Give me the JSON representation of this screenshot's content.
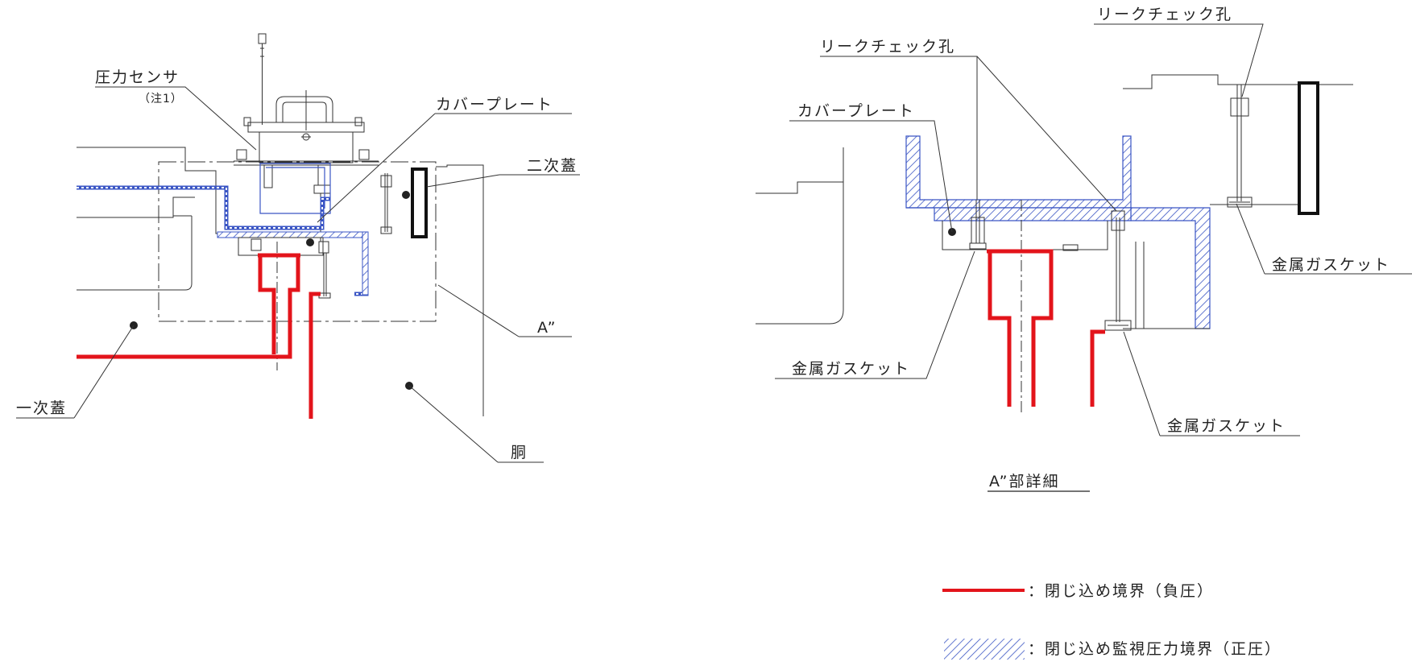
{
  "labels": {
    "pressure_sensor": "圧力センサ",
    "note1": "（注1）",
    "cover_plate_left": "カバープレート",
    "secondary_lid": "二次蓋",
    "a_marker": "A”",
    "primary_lid": "一次蓋",
    "body": "胴",
    "leak_check_top": "リークチェック孔",
    "leak_check_mid": "リークチェック孔",
    "cover_plate_right": "カバープレート",
    "metal_gasket_right": "金属ガスケット",
    "metal_gasket_left": "金属ガスケット",
    "metal_gasket_bottom": "金属ガスケット",
    "detail_title": "A”部詳細"
  },
  "legend": [
    {
      "symbol": "red-line",
      "color": "#e3141b",
      "text": "：閉じ込め境界（負圧）"
    },
    {
      "symbol": "blue-hatch",
      "color": "#3a55c4",
      "text": "：閉じ込め監視圧力境界（正圧）"
    }
  ]
}
